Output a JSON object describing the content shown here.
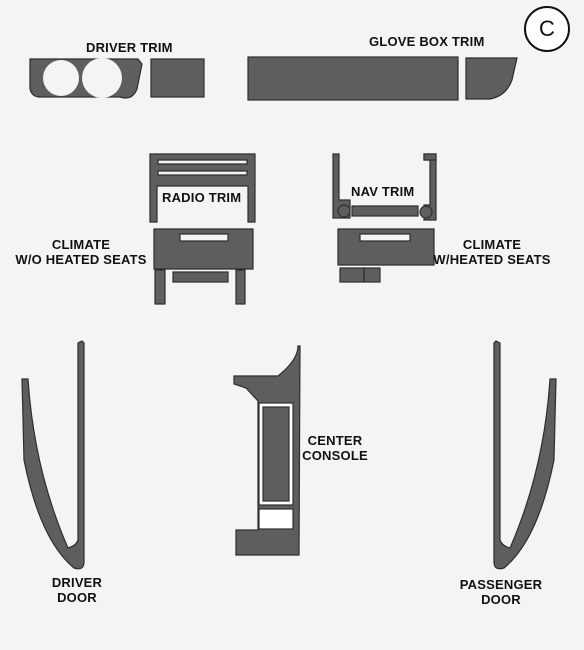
{
  "variant": "C",
  "colors": {
    "part_fill": "#5e5e5e",
    "part_outline": "#2e2e2e",
    "background": "#f4f4f4"
  },
  "labels": {
    "driver_trim": "DRIVER TRIM",
    "glove_box_trim": "GLOVE BOX TRIM",
    "radio_trim": "RADIO TRIM",
    "nav_trim": "NAV TRIM",
    "climate_no_heat": {
      "line1": "CLIMATE",
      "line2": "W/O HEATED SEATS"
    },
    "climate_heat": {
      "line1": "CLIMATE",
      "line2": "W/HEATED SEATS"
    },
    "center_console": {
      "line1": "CENTER",
      "line2": "CONSOLE"
    },
    "driver_door": {
      "line1": "DRIVER",
      "line2": "DOOR"
    },
    "passenger_door": {
      "line1": "PASSENGER",
      "line2": "DOOR"
    }
  }
}
